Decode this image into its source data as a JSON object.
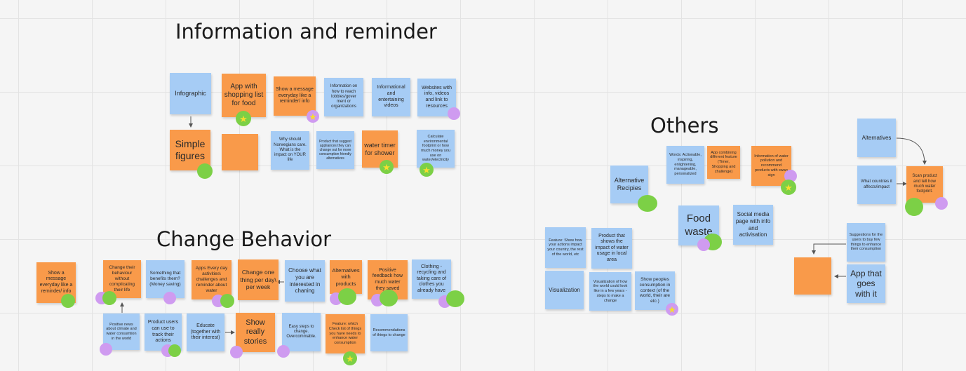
{
  "colors": {
    "blue_note": "#a6ccf5",
    "orange_note": "#f99a4a",
    "green_dot": "#7cd046",
    "purple_dot": "#cf9bf0",
    "star": "#f7dd2e"
  },
  "titles": {
    "information": "Information and reminder",
    "others": "Others",
    "change": "Change Behavior"
  },
  "notes": {
    "infographic": "Infographic",
    "shopping_app": "App with shopping list for food",
    "reminder_message": "Show a message everyday like a reminder/ info",
    "reach_lobbies": "Information on how to reach lobbies/gover ment or organizations",
    "entertaining_videos": "Informational and entertaining videos",
    "websites": "Websites with info, videos and link to resources",
    "simple_figures": "Simple figures",
    "why_norwegians": "Why should Norwegians care. What is the impact on YOUR life",
    "suggest_appliances": "Product that suggest appliances they can change out for more consumption friendly alternatives",
    "water_timer": "water timer for shower",
    "calculate_footprint": "Calculate environmental footprint or how much money you use on water/electricity",
    "alternative_recipies": "Alternative Recipies",
    "words": "Words: Actionable, inspiring, enlightening, manageable, personalized",
    "app_combining": "App combining different feature (Timer, Shopping and challenge)",
    "water_pollution": "Information of water pollution and recommend products with swan sign",
    "alternatives_right": "Alternatives",
    "what_countries": "What countries it affects/impact",
    "scan_product": "Scan product and tell how much water footprint.",
    "food_waste": "Food waste",
    "social_media": "Social media page with info and activisation",
    "feature_show": "Feature: Show how your actions impact your country, the rest of the world, etc",
    "product_local": "Product that shows the impact of water usage in local area",
    "suggestions_buy": "Suggestions for the users to buy few things to enhance their consumption",
    "app_goes": "App that goes with it",
    "visualization": "Visualization",
    "visualization_world": "Visualization of how the world could look like in a few years - steps to make a change",
    "show_peoples": "Show peoples consumption in context (of the world, their are etc.)",
    "show_message_cb": "Show a message everyday like a reminder/ info",
    "change_behaviour": "Change their behaviour without complicating their life",
    "something_benefits": "Something that benefits them? (Money saving)",
    "apps_every_day": "Apps Every day activities\\ challenges and reminder about water",
    "change_one_thing": "Change one thing per day\\ per week",
    "choose_interested": "Choose what you are interested in chaning",
    "alternatives_products": "Alternatives with products",
    "positive_feedback": "Positive feedback how much water they saved",
    "clothing": "Clothing - recycling and taking care of clothes you already have",
    "positive_news": "Positive news about climate and water consumtion in the world",
    "product_track": "Product users can use to track their actions",
    "educate": "Educate (together with their interest)",
    "show_stories": "Show really stories",
    "easy_steps": "Easy steps to change. Overcommable.",
    "feature_checklist": "Feature: which Check list of things you have needs to enhance water consumption",
    "recommendations": "Recommendations of things to change"
  },
  "votes": {
    "star": "★"
  }
}
